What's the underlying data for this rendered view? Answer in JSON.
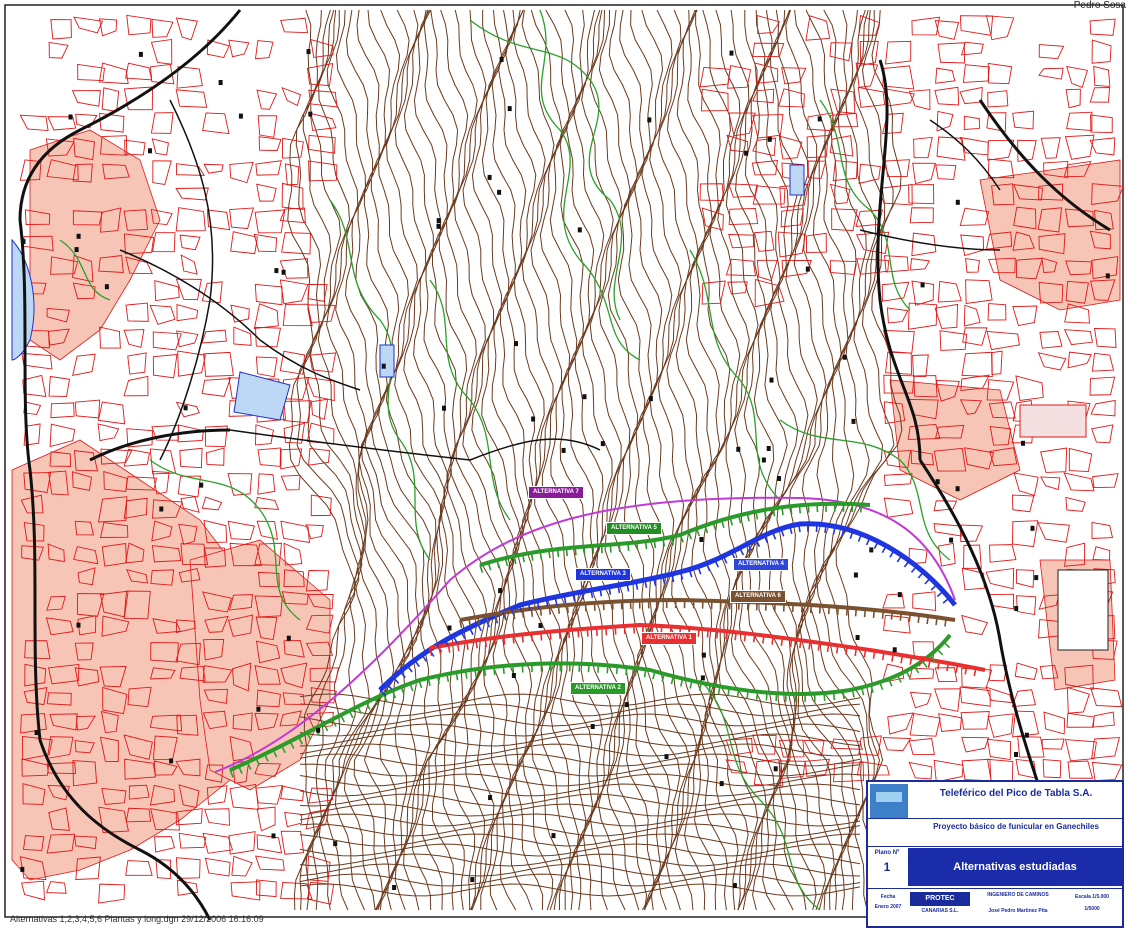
{
  "author": "Pedro Sosa",
  "footer_caption": "Alternativas 1,2,3,4,5,6 Plantas y long.dgn  29/12/2006 16:16:09",
  "route_labels": [
    {
      "text": "ALTERNATIVA 1",
      "color": "#e83030"
    },
    {
      "text": "ALTERNATIVA 2",
      "color": "#2a8a2a"
    },
    {
      "text": "ALTERNATIVA 3",
      "color": "#1e35e0"
    },
    {
      "text": "ALTERNATIVA 4",
      "color": "#3046d8"
    },
    {
      "text": "ALTERNATIVA 5",
      "color": "#238e23"
    },
    {
      "text": "ALTERNATIVA 6",
      "color": "#7a5230"
    },
    {
      "text": "ALTERNATIVA 7",
      "color": "#8a1c9a"
    }
  ],
  "title_block": {
    "company": "Teleférico del Pico de Tabla S.A.",
    "project": "Proyecto básico de funicular en Ganechiles",
    "plan_title": "Alternativas estudiadas",
    "plan_no_label": "Plano Nº",
    "plan_no": "1",
    "date_label": "Fecha",
    "date": "Enero 2007",
    "firm": "PROTEC",
    "firm_sub": "CANARIAS S.L.",
    "engineer_label": "INGENIERO DE CAMINOS",
    "engineer": "José Pedro Martinez Pita",
    "scale_label": "Escala 1/5.000",
    "scale": "1/5000"
  },
  "colors": {
    "contour": "#6b3a1e",
    "parcel": "#e01818",
    "vegetation": "#2aa02a",
    "road": "#111111",
    "building": "#f4b8a8",
    "water": "#bcd8f4"
  }
}
